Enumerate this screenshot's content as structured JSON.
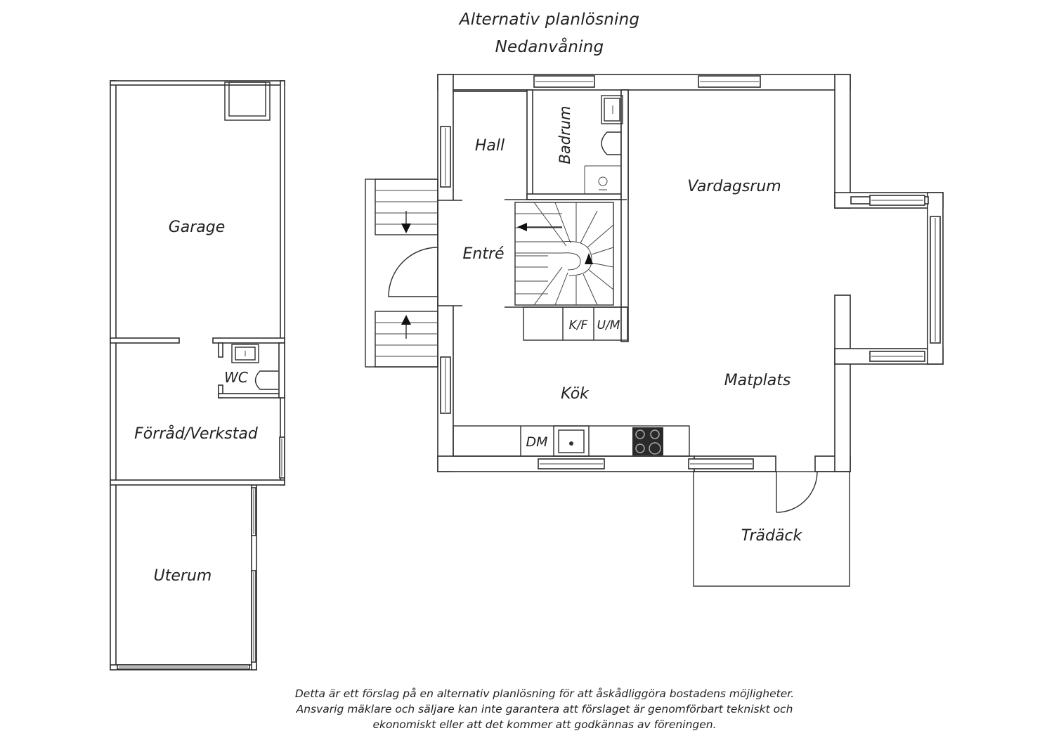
{
  "header": {
    "title": "Alternativ planlösning",
    "subtitle": "Nedanvåning"
  },
  "rooms": {
    "garage": "Garage",
    "wc": "WC",
    "forrad": "Förråd/Verkstad",
    "uterum": "Uterum",
    "hall": "Hall",
    "badrum": "Badrum",
    "entre": "Entré",
    "vardagsrum": "Vardagsrum",
    "kok": "Kök",
    "matplats": "Matplats",
    "tradack": "Trädäck",
    "kf": "K/F",
    "um": "U/M",
    "dm": "DM"
  },
  "footer": {
    "line1": "Detta är ett förslag på en alternativ planlösning för att åskådliggöra bostadens möjligheter.",
    "line2": "Ansvarig mäklare och säljare kan inte garantera att förslaget är genomförbart tekniskt och",
    "line3": "ekonomiskt eller att det kommer att godkännas av föreningen."
  }
}
